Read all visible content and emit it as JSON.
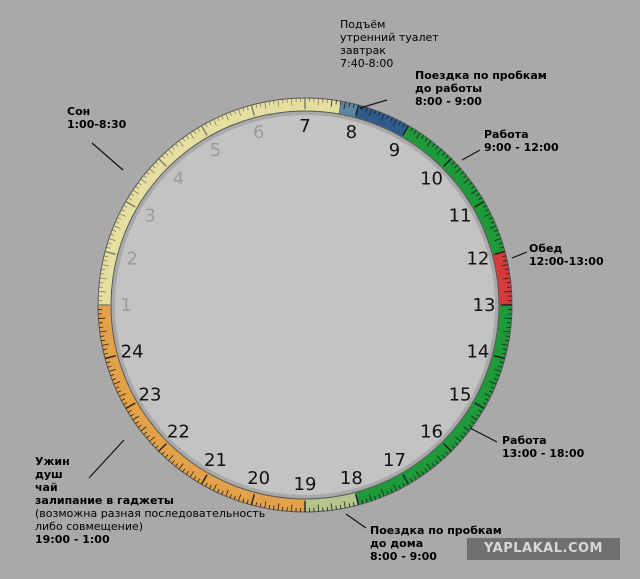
{
  "hour_numbers": [
    {
      "hour": "1",
      "faded": true
    },
    {
      "hour": "2",
      "faded": true
    },
    {
      "hour": "3",
      "faded": true
    },
    {
      "hour": "4",
      "faded": true
    },
    {
      "hour": "5",
      "faded": true
    },
    {
      "hour": "6",
      "faded": true
    },
    {
      "hour": "7",
      "faded": false
    },
    {
      "hour": "8",
      "faded": false
    },
    {
      "hour": "9",
      "faded": false
    },
    {
      "hour": "10",
      "faded": false
    },
    {
      "hour": "11",
      "faded": false
    },
    {
      "hour": "12",
      "faded": false
    },
    {
      "hour": "13",
      "faded": false
    },
    {
      "hour": "14",
      "faded": false
    },
    {
      "hour": "15",
      "faded": false
    },
    {
      "hour": "16",
      "faded": false
    },
    {
      "hour": "17",
      "faded": false
    },
    {
      "hour": "18",
      "faded": false
    },
    {
      "hour": "19",
      "faded": false
    },
    {
      "hour": "20",
      "faded": false
    },
    {
      "hour": "21",
      "faded": false
    },
    {
      "hour": "22",
      "faded": false
    },
    {
      "hour": "23",
      "faded": false
    },
    {
      "hour": "24",
      "faded": false
    }
  ],
  "segments": [
    {
      "id": "sleep",
      "start": 1.0,
      "end": 7.67,
      "color": "#e6e0a0"
    },
    {
      "id": "morning",
      "start": 7.67,
      "end": 8.0,
      "color": "#5b86a0"
    },
    {
      "id": "commute-to",
      "start": 8.0,
      "end": 9.0,
      "color": "#2f5a8c"
    },
    {
      "id": "work-1",
      "start": 9.0,
      "end": 12.0,
      "color": "#1f9a3a"
    },
    {
      "id": "lunch",
      "start": 12.0,
      "end": 13.0,
      "color": "#d63a3a"
    },
    {
      "id": "work-2",
      "start": 13.0,
      "end": 18.0,
      "color": "#1f9a3a"
    },
    {
      "id": "commute-home",
      "start": 18.0,
      "end": 19.0,
      "color": "#b6c48e"
    },
    {
      "id": "evening",
      "start": 19.0,
      "end": 25.0,
      "color": "#e3a24a"
    }
  ],
  "labels": {
    "morning": [
      "Подъём",
      "утренний туалет",
      "завтрак",
      "7:40-8:00"
    ],
    "commute_to": [
      "Поездка по пробкам",
      "до работы",
      "8:00 - 9:00"
    ],
    "sleep": [
      "Сон",
      "1:00-8:30"
    ],
    "work_1": [
      "Работа",
      "9:00 - 12:00"
    ],
    "lunch": [
      "Обед",
      "12:00-13:00"
    ],
    "work_2": [
      "Работа",
      "13:00 - 18:00"
    ],
    "evening": [
      "Ужин",
      "душ",
      "чай",
      "залипание в гаджеты",
      "(возможна разная последовательность",
      "либо совмещение)",
      "19:00 - 1:00"
    ],
    "commute_home": [
      "Поездка по пробкам",
      "до дома",
      "8:00 - 9:00"
    ]
  },
  "watermark": "YAPLAKAL.COM",
  "colors": {
    "background": "#a9a9a9",
    "dial": "#c3c3c3",
    "ring_faded": "#b9b9b9"
  }
}
